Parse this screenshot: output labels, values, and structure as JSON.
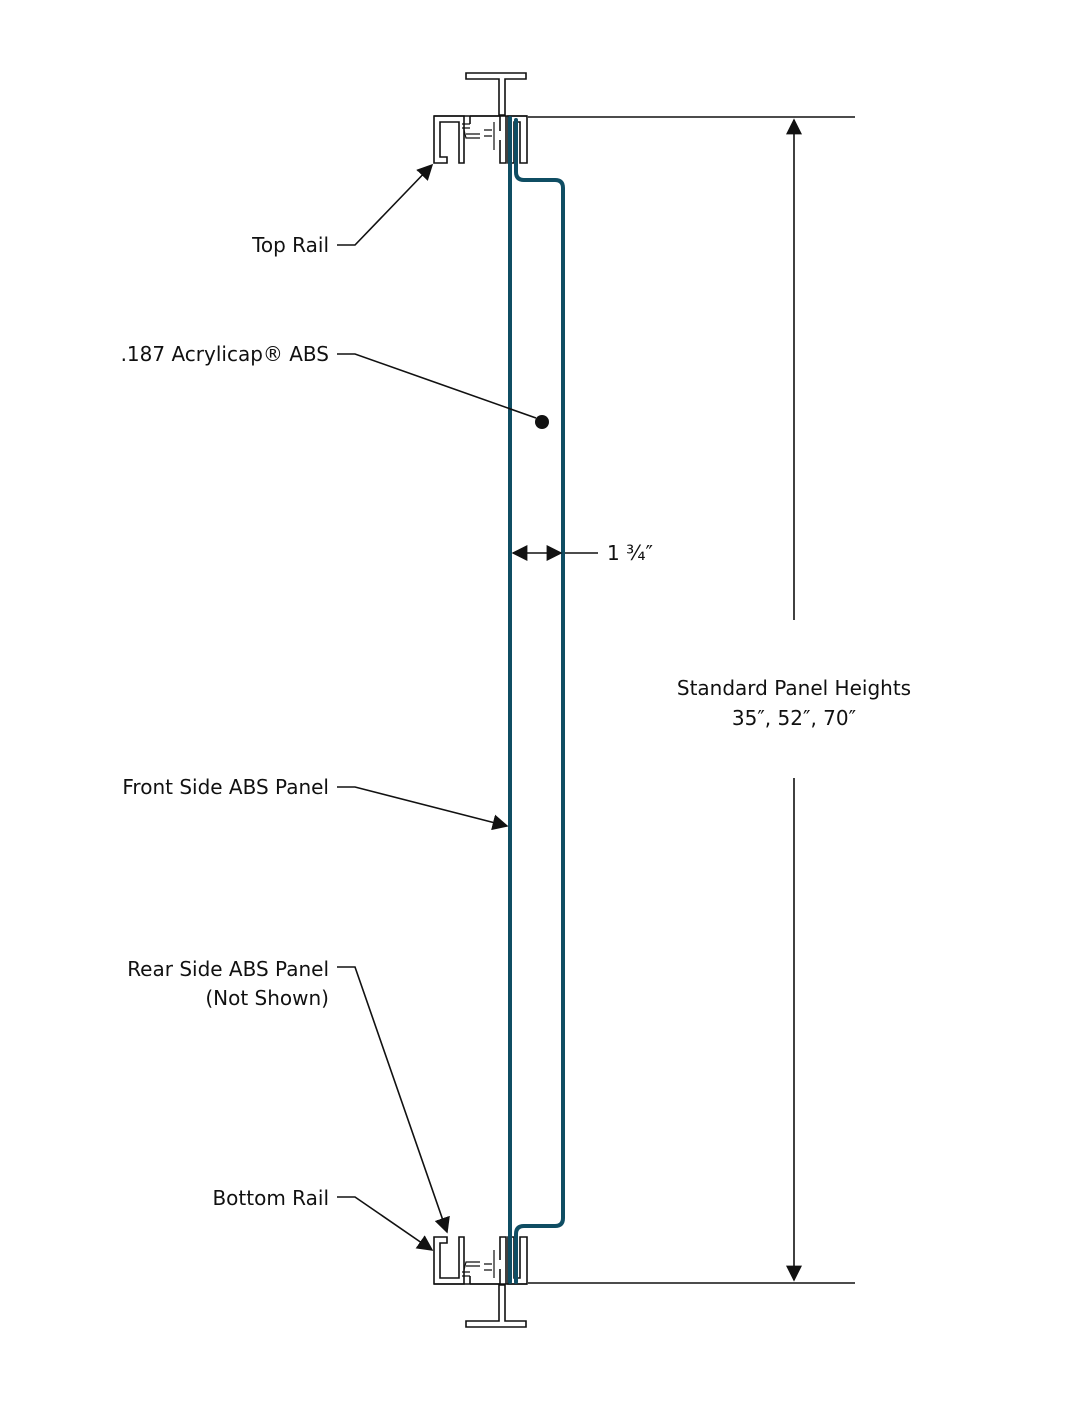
{
  "diagram": {
    "colors": {
      "line": "#111111",
      "panel": "#0f4d63",
      "background": "#ffffff"
    },
    "labels": {
      "top_rail": "Top Rail",
      "acrylicap": ".187 Acrylicap® ABS",
      "thickness": "1 ¾″",
      "panel_heights_title": "Standard Panel Heights",
      "panel_heights_values": "35″, 52″, 70″",
      "front_panel": "Front Side ABS Panel",
      "rear_panel_line1": "Rear Side ABS Panel",
      "rear_panel_line2": "(Not Shown)",
      "bottom_rail": "Bottom Rail"
    }
  }
}
